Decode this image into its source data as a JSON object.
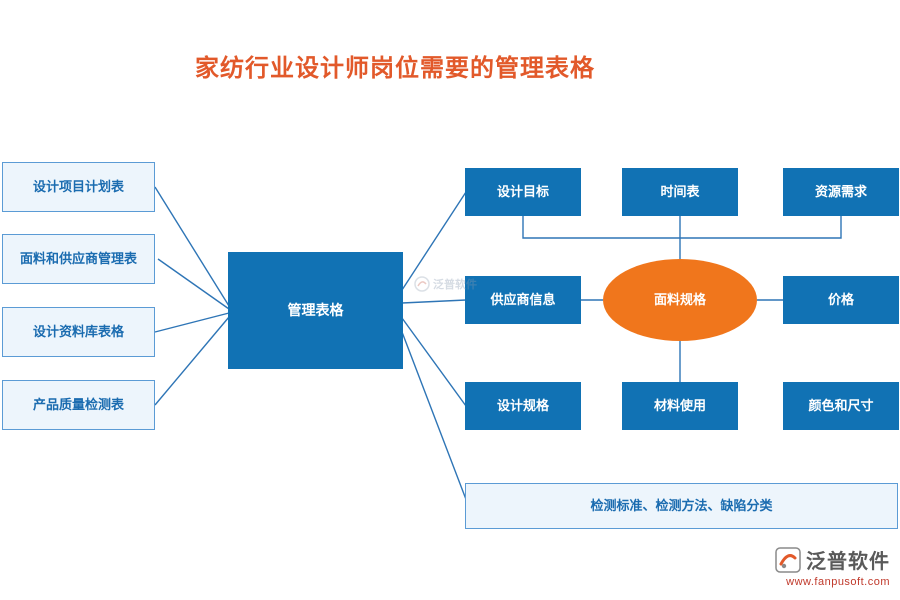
{
  "title": "家纺行业设计师岗位需要的管理表格",
  "colors": {
    "title": "#e2592a",
    "solid_blue": "#1172b4",
    "light_blue_bg": "#edf5fc",
    "border_blue": "#5b9bd5",
    "line_blue": "#2e75b6",
    "orange": "#f0761c"
  },
  "left_boxes": [
    {
      "label": "设计项目计划表"
    },
    {
      "label": "面料和供应商管理表"
    },
    {
      "label": "设计资料库表格"
    },
    {
      "label": "产品质量检测表"
    }
  ],
  "center_box": {
    "label": "管理表格"
  },
  "grid_boxes": [
    {
      "label": "设计目标"
    },
    {
      "label": "时间表"
    },
    {
      "label": "资源需求"
    },
    {
      "label": "供应商信息"
    },
    {
      "label": "面料规格"
    },
    {
      "label": "价格"
    },
    {
      "label": "设计规格"
    },
    {
      "label": "材料使用"
    },
    {
      "label": "颜色和尺寸"
    }
  ],
  "bottom_box": {
    "label": "检测标准、检测方法、缺陷分类"
  },
  "watermark": {
    "text": "泛普软件"
  },
  "footer": {
    "name": "泛普软件",
    "url": "www.fanpusoft.com"
  }
}
